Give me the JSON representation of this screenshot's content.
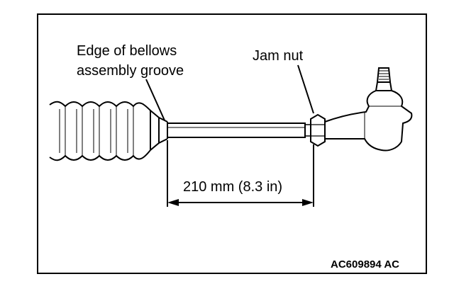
{
  "diagram": {
    "labels": {
      "bellows_edge_line1": "Edge of bellows",
      "bellows_edge_line2": "assembly groove",
      "jam_nut": "Jam nut",
      "dimension": "210 mm (8.3 in)",
      "figure_id": "AC609894 AC"
    }
  }
}
